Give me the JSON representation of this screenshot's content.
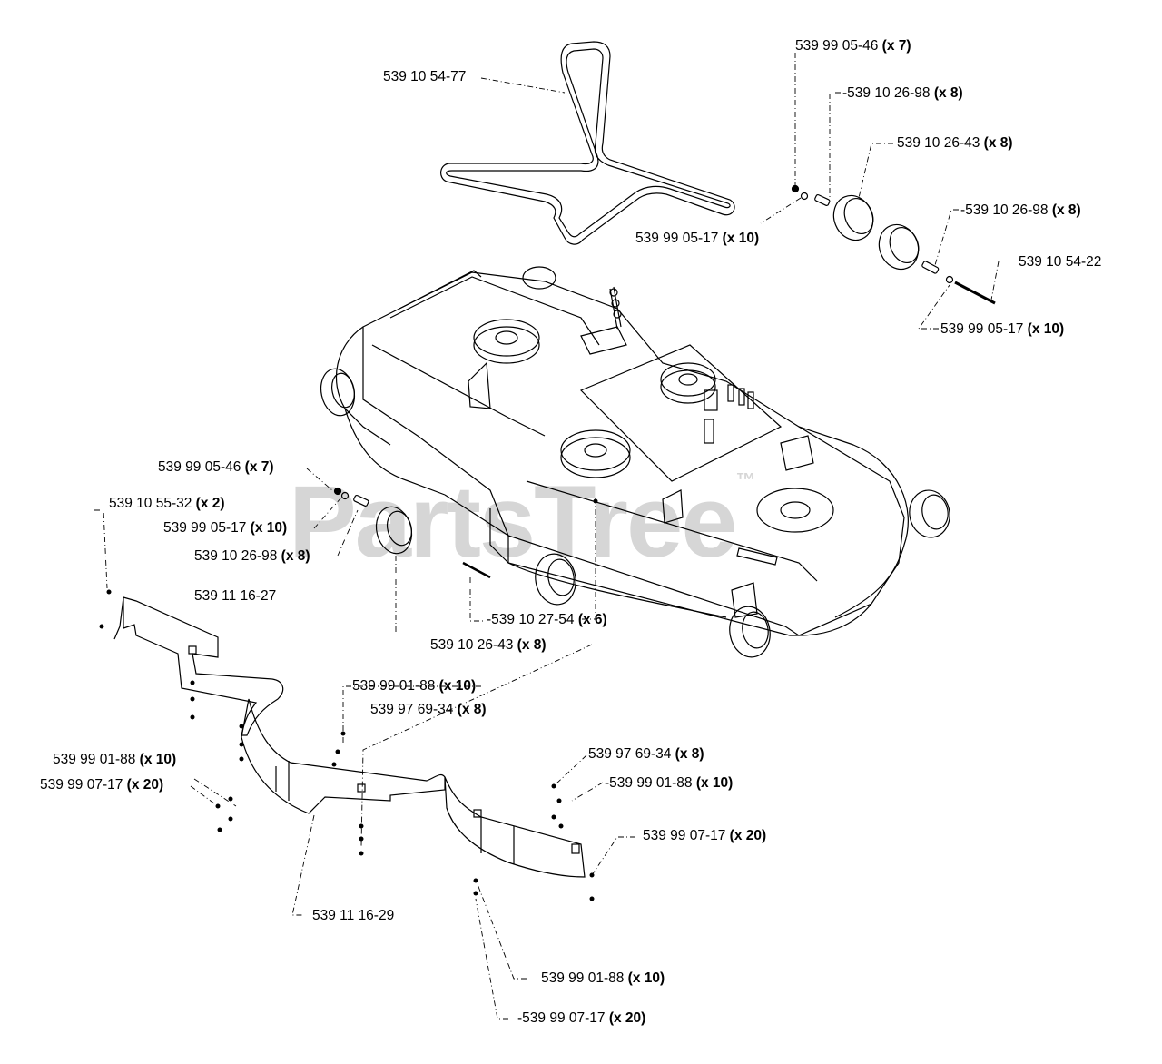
{
  "watermark": {
    "text": "PartsTree",
    "tm": "™"
  },
  "labels": [
    {
      "id": "belt",
      "pn": "539 10 54-77",
      "qty": ""
    },
    {
      "id": "tr-bolt-46",
      "pn": "539 99 05-46",
      "qty": "(x 7)"
    },
    {
      "id": "tr-spacer-98a",
      "pn": "-539 10 26-98",
      "qty": "(x 8)"
    },
    {
      "id": "tr-wheel-43",
      "pn": "539 10 26-43",
      "qty": "(x 8)"
    },
    {
      "id": "tr-spacer-98b",
      "pn": "-539 10 26-98",
      "qty": "(x 8)"
    },
    {
      "id": "tr-axle-22",
      "pn": "539 10 54-22",
      "qty": ""
    },
    {
      "id": "tr-nut-17a",
      "pn": "539 99 05-17",
      "qty": "(x 10)"
    },
    {
      "id": "tr-nut-17b",
      "pn": "539 99 05-17",
      "qty": "(x 10)"
    },
    {
      "id": "l-bolt-46",
      "pn": "539 99 05-46",
      "qty": "(x 7)"
    },
    {
      "id": "l-bracket-32",
      "pn": "539 10 55-32",
      "qty": "(x 2)"
    },
    {
      "id": "l-nut-17",
      "pn": "539 99 05-17",
      "qty": "(x 10)"
    },
    {
      "id": "l-spacer-98",
      "pn": "539 10 26-98",
      "qty": "(x 8)"
    },
    {
      "id": "l-baffle-27",
      "pn": "539 11 16-27",
      "qty": ""
    },
    {
      "id": "c-pin-54",
      "pn": "-539 10 27-54",
      "qty": "(x 6)"
    },
    {
      "id": "c-wheel-43",
      "pn": "539 10 26-43",
      "qty": "(x 8)"
    },
    {
      "id": "c-washer-88",
      "pn": "539 99 01-88",
      "qty": "(x 10)"
    },
    {
      "id": "c-bolt-34",
      "pn": "539 97 69-34",
      "qty": "(x 8)"
    },
    {
      "id": "l-washer-88",
      "pn": "539 99 01-88",
      "qty": "(x 10)"
    },
    {
      "id": "l-nut-0717",
      "pn": "539 99 07-17",
      "qty": "(x 20)"
    },
    {
      "id": "r-bolt-34",
      "pn": "539 97 69-34",
      "qty": "(x 8)"
    },
    {
      "id": "r-washer-88",
      "pn": "-539 99 01-88",
      "qty": "(x 10)"
    },
    {
      "id": "r-nut-0717",
      "pn": "539 99 07-17",
      "qty": "(x 20)"
    },
    {
      "id": "b-baffle-29",
      "pn": "539 11 16-29",
      "qty": ""
    },
    {
      "id": "b-washer-88",
      "pn": "539 99 01-88",
      "qty": "(x 10)"
    },
    {
      "id": "b-nut-0717",
      "pn": "-539 99 07-17",
      "qty": "(x 20)"
    }
  ]
}
